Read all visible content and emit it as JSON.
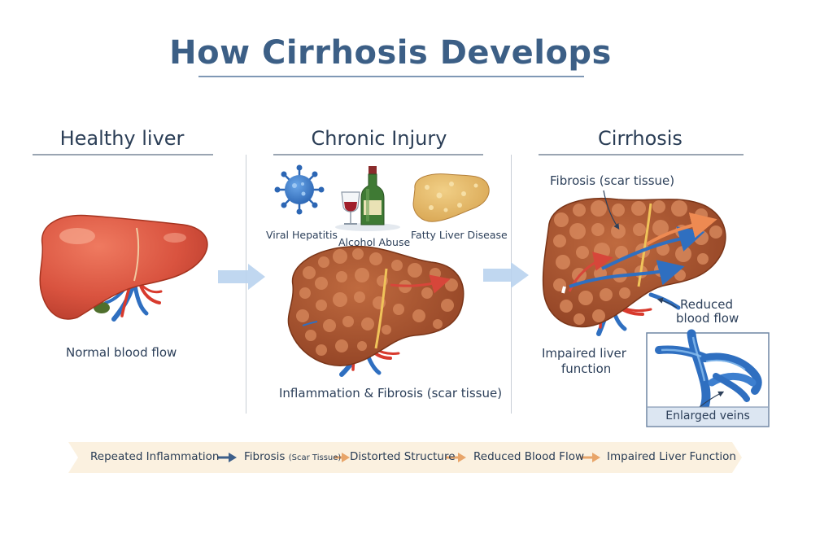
{
  "title": "How Cirrhosis Develops",
  "columns": {
    "healthy": {
      "heading": "Healthy liver",
      "caption": "Normal blood flow"
    },
    "injury": {
      "heading": "Chronic Injury",
      "causes": [
        "Viral Hepatitis",
        "Alcohol Abuse",
        "Fatty Liver Disease"
      ],
      "caption": "Inflammation & Fibrosis (scar tissue)"
    },
    "cirrhosis": {
      "heading": "Cirrhosis",
      "fibrosis_label": "Fibrosis (scar tissue)",
      "reduced_line1": "Reduced",
      "reduced_line2": "blood flow",
      "impaired_line1": "Impaired liver",
      "impaired_line2": "function",
      "inset_caption": "Enlarged veins"
    }
  },
  "flow": {
    "steps": [
      {
        "text": "Repeated Inflammation"
      },
      {
        "text": "Fibrosis ",
        "small": "(Scar Tissue)"
      },
      {
        "text": "Distorted Structure"
      },
      {
        "text": "Reduced Blood Flow"
      },
      {
        "text": "Impaired Liver Function"
      }
    ]
  },
  "colors": {
    "title": "#3c5f86",
    "healthy_liver": "#d9533f",
    "diseased_liver": "#a9522f",
    "nodule": "#d98a5e",
    "vein_blue": "#2f6fc0",
    "artery_red": "#d83a2d",
    "arrow_light_blue": "#b9d3ee",
    "flow_band": "#fbf1e0"
  }
}
